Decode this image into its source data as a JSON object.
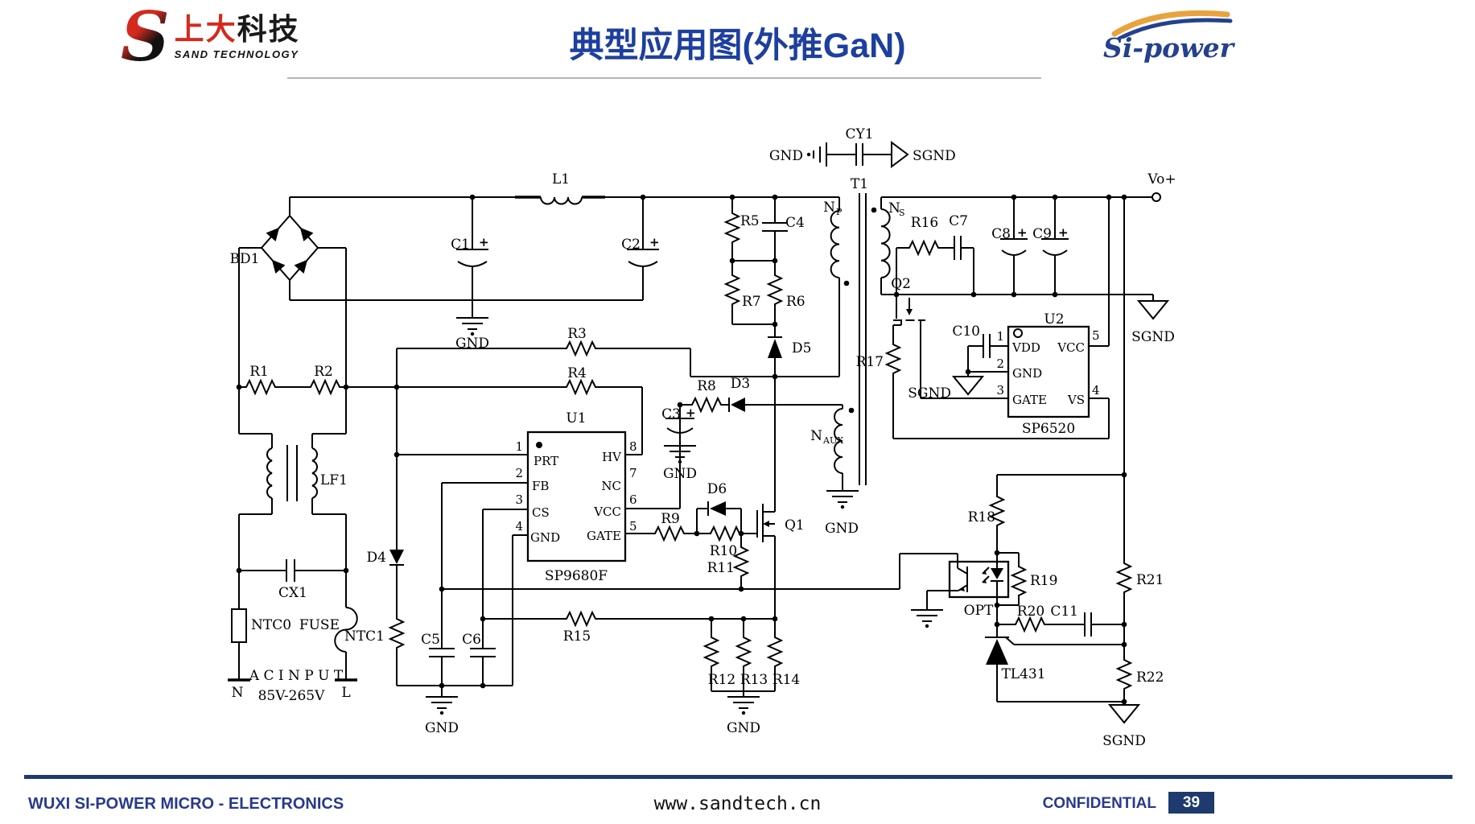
{
  "header": {
    "logo_s": "S",
    "logo_cn_red": "上大",
    "logo_cn_black": "科技",
    "logo_en": "SAND TECHNOLOGY",
    "title": "典型应用图(外推GaN)",
    "brand": "Si-power"
  },
  "footer": {
    "company": "WUXI SI-POWER MICRO - ELECTRONICS",
    "website": "www.sandtech.cn",
    "confidential": "CONFIDENTIAL",
    "page": "39"
  },
  "sch": {
    "bd1": "BD1",
    "l1": "L1",
    "lf1": "LF1",
    "cx1": "CX1",
    "cy1": "CY1",
    "ntc0": "NTC0",
    "ntc1": "NTC1",
    "fuse": "FUSE",
    "ac_input": "A C I N P U T",
    "ac_range": "85V-265V",
    "n_term": "N",
    "l_term": "L",
    "r1": "R1",
    "r2": "R2",
    "r3": "R3",
    "r4": "R4",
    "r5": "R5",
    "r6": "R6",
    "r7": "R7",
    "r8": "R8",
    "r9": "R9",
    "r10": "R10",
    "r11": "R11",
    "r12": "R12",
    "r13": "R13",
    "r14": "R14",
    "r15": "R15",
    "r16": "R16",
    "r17": "R17",
    "r18": "R18",
    "r19": "R19",
    "r20": "R20",
    "r21": "R21",
    "r22": "R22",
    "c1": "C1",
    "c2": "C2",
    "c3": "C3",
    "c4": "C4",
    "c5": "C5",
    "c6": "C6",
    "c7": "C7",
    "c8": "C8",
    "c9": "C9",
    "c10": "C10",
    "c11": "C11",
    "d3": "D3",
    "d4": "D4",
    "d5": "D5",
    "d6": "D6",
    "q1": "Q1",
    "q2": "Q2",
    "t1": "T1",
    "np": "N",
    "np_sub": "P",
    "ns": "N",
    "ns_sub": "S",
    "naux": "N",
    "naux_sub": "AUX",
    "u1": "U1",
    "u1_part": "SP9680F",
    "u2": "U2",
    "u2_part": "SP6520",
    "opt": "OPT",
    "tl431": "TL431",
    "vo": "Vo+",
    "gnd": "GND",
    "sgnd": "SGND",
    "plus": "+",
    "u1_pins": {
      "prt": "PRT",
      "fb": "FB",
      "cs": "CS",
      "gnd": "GND",
      "hv": "HV",
      "nc": "NC",
      "vcc": "VCC",
      "gate": "GATE"
    },
    "u2_pins": {
      "vdd": "VDD",
      "gnd": "GND",
      "gate": "GATE",
      "vcc": "VCC",
      "vs": "VS"
    },
    "nums": {
      "n1": "1",
      "n2": "2",
      "n3": "3",
      "n4": "4",
      "n5": "5",
      "n6": "6",
      "n7": "7",
      "n8": "8"
    }
  }
}
